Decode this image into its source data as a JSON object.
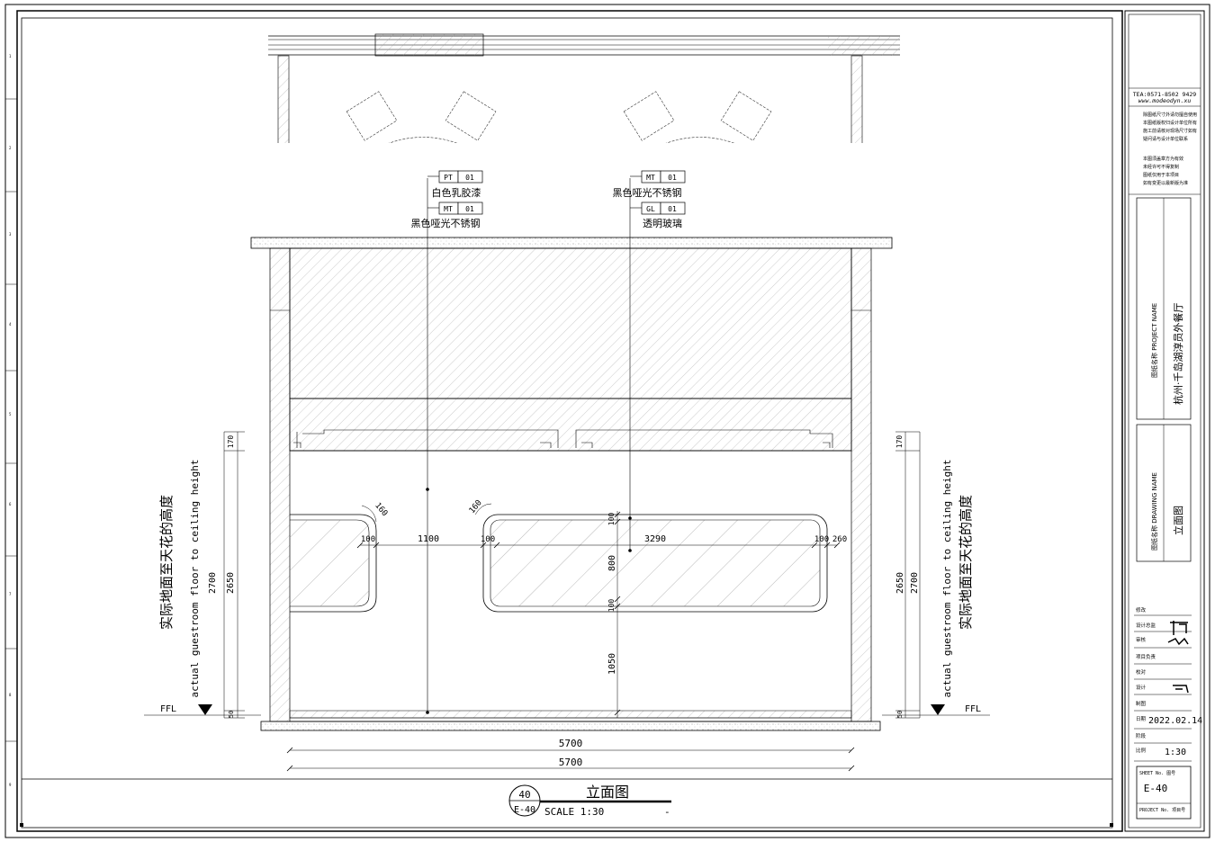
{
  "drawing": {
    "material_tags": {
      "left": [
        {
          "code": "PT",
          "num": "01",
          "desc": "白色乳胶漆"
        },
        {
          "code": "MT",
          "num": "01",
          "desc": "黑色哑光不锈钢"
        }
      ],
      "right": [
        {
          "code": "MT",
          "num": "01",
          "desc": "黑色哑光不锈钢"
        },
        {
          "code": "GL",
          "num": "01",
          "desc": "透明玻璃"
        }
      ]
    },
    "height_note_cn": "实际地面至天花的高度",
    "height_note_en": "actual guestroom floor to ceiling height",
    "ffl": "FFL",
    "dims": {
      "h_170": "170",
      "h_2700": "2700",
      "h_2650": "2650",
      "h_50": "50",
      "w_100": "100",
      "w_1100": "1100",
      "w_3290": "3290",
      "w_260": "260",
      "r_160": "160",
      "v_800": "800",
      "v_1050": "1050",
      "total_5700": "5700"
    },
    "view_label": {
      "number": "40",
      "sheet": "E-40",
      "title": "立面图",
      "scale": "SCALE 1:30",
      "dash": "-"
    }
  },
  "title_block": {
    "tel": "TEA:0571-8502 9429",
    "web": "www.modeodyn.xu",
    "notes": [
      "除图纸尺寸外请勿擅自使用",
      "本图纸版权归设计单位所有",
      "施工前请核对现场尺寸如有",
      "疑问请与设计单位联系",
      "本图须盖章方为有效",
      "未经许可不得复制",
      "图纸仅用于本项目",
      "如有变更以最新版为准"
    ],
    "project_label": "图纸名称 PROJECT NAME",
    "project_name": "杭州·千岛湖淳员外餐厅",
    "drawing_label": "图纸名称 DRAWING NAME",
    "drawing_name": "立面图",
    "rows": {
      "r1": "修改",
      "r2": "设计总监",
      "r3": "审核",
      "r4": "项目负责",
      "r5": "校对",
      "r6": "设计",
      "r7": "制图",
      "date_label": "日期",
      "date_value": "2022.02.14",
      "stage_label": "阶段",
      "scale_label": "比例",
      "scale_value": "1:30"
    },
    "sheet_no_label": "SHEET No. 图号",
    "sheet_no": "E-40",
    "project_no_label": "PROJECT No. 项目号"
  },
  "frame_marks": [
    "1",
    "2",
    "3",
    "4",
    "5",
    "6",
    "7",
    "8",
    "9"
  ]
}
